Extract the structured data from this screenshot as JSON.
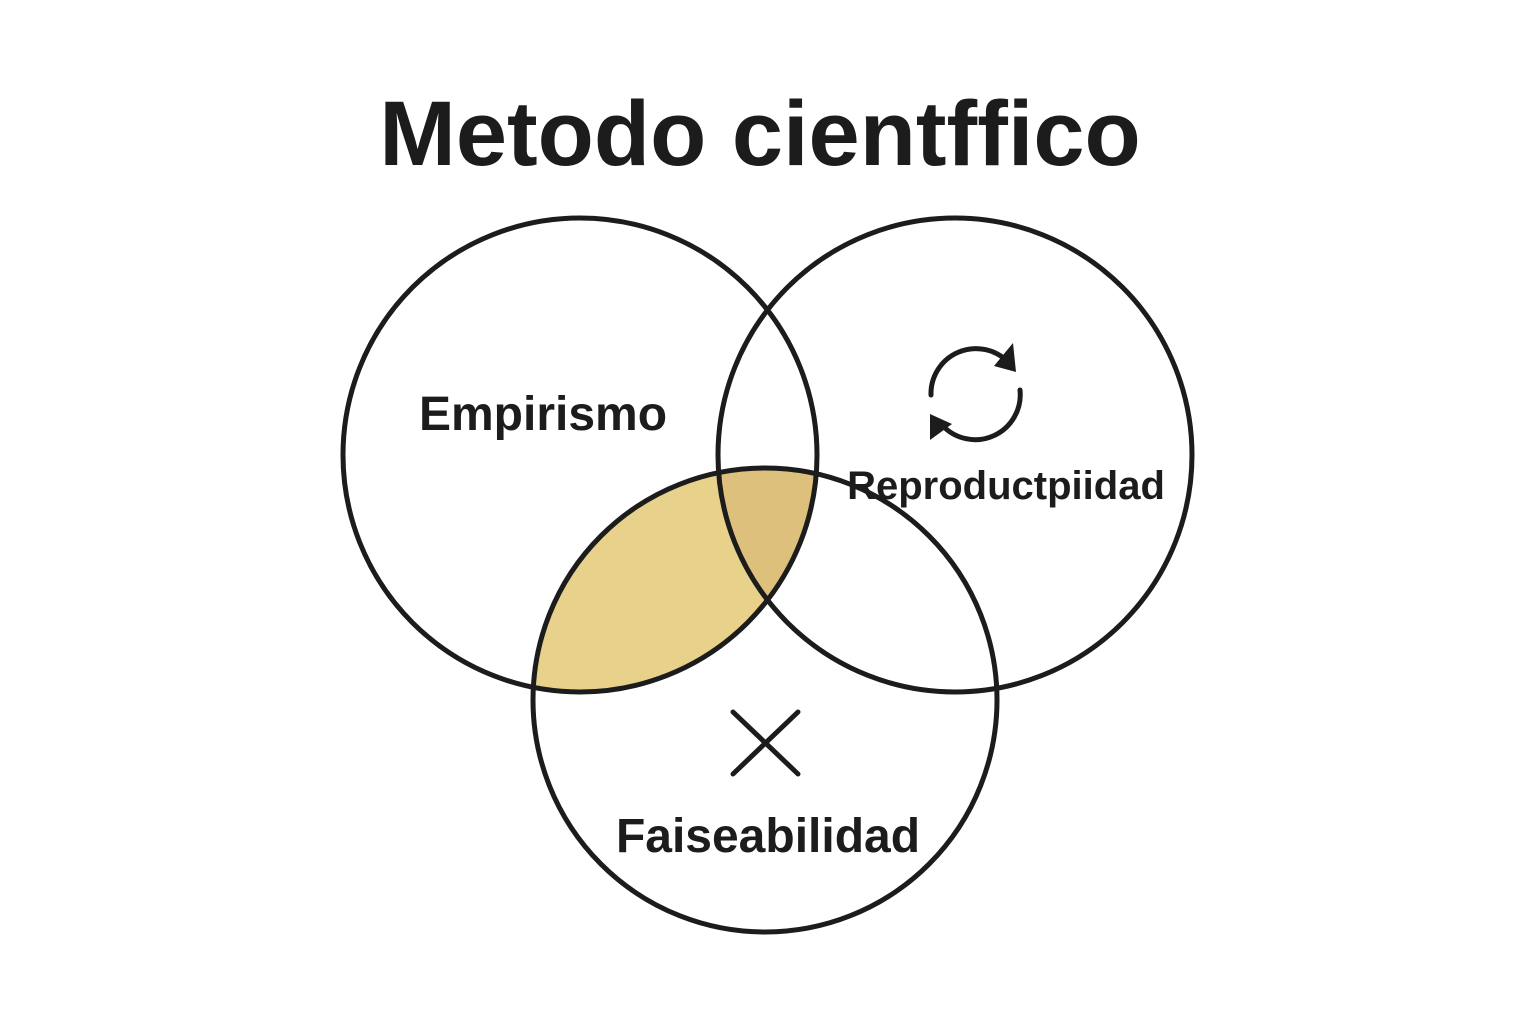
{
  "title": "Metodo cientffico",
  "sets": [
    {
      "label": "Empirismo"
    },
    {
      "label": "Reproductpiidad",
      "icon": "refresh-cycle-icon"
    },
    {
      "label": "Faiseabilidad",
      "icon": "cross-x-icon"
    }
  ],
  "colors": {
    "stroke": "#1c1c1c",
    "highlight": "#e8d18b",
    "highlight_core": "#dcc07c",
    "background": "#ffffff"
  }
}
